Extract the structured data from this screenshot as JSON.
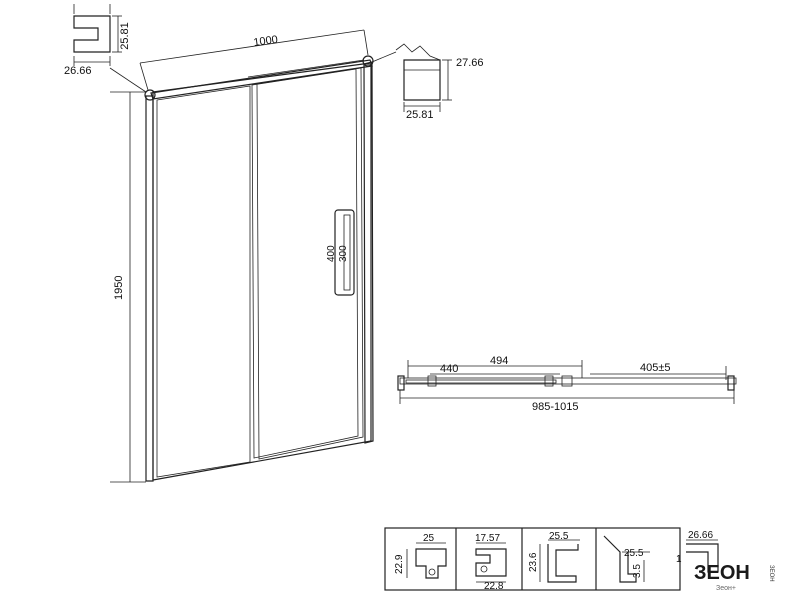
{
  "door": {
    "width_label": "1000",
    "height_label": "1950",
    "handle_outer_label": "400",
    "handle_inner_label": "300"
  },
  "profile_top_left": {
    "height_label": "25.81",
    "width_label": "26.66"
  },
  "profile_top_right": {
    "height_label": "27.66",
    "width_label": "25.81"
  },
  "plan_view": {
    "dim_494": "494",
    "dim_440": "440",
    "dim_405": "405±5",
    "dim_total": "985-1015"
  },
  "profiles_strip": [
    {
      "top_label": "25",
      "side_label": "22.9"
    },
    {
      "top_label": "17.57",
      "bottom_label": "22.8"
    },
    {
      "top_label": "25.5",
      "side_label": "23.6"
    },
    {
      "top_label": "25.5",
      "side_label": "3.5"
    },
    {
      "top_label": "26.66",
      "side_label": "1"
    }
  ],
  "logo": {
    "main": "ЗЕОН",
    "sub": "Зеон+",
    "side": "ЗЕОН"
  }
}
